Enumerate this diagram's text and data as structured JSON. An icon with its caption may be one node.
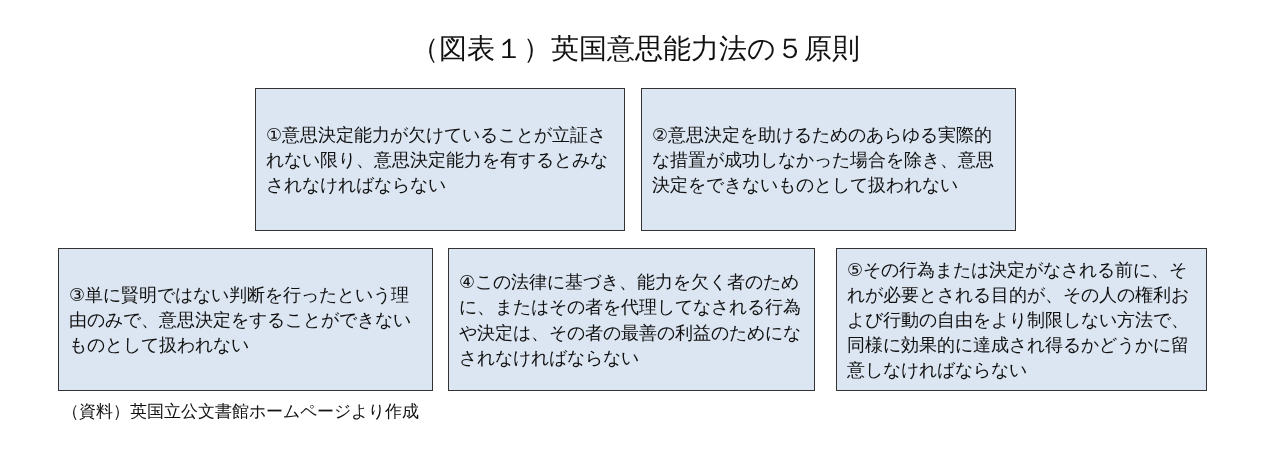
{
  "diagram": {
    "title": "（図表１）英国意思能力法の５原則",
    "caption": "（資料）英国立公文書館ホームページより作成",
    "nodes": [
      {
        "text": [
          "①意思決定能力が欠けていることが立証されない限り、意思決定能力を有するとみなされなければならない"
        ]
      },
      {
        "text": [
          "②意思決定を助けるためのあらゆる実際的な措置が成功しなかった場合を除き、意思決定をできないものとして扱われない"
        ]
      },
      {
        "text": [
          "③単に賢明ではない判断を行ったという理由のみで、意思決定をすることができないものとして扱われない"
        ]
      },
      {
        "text": [
          "④この法律に基づき、能力を欠く者のために、またはその者を代理してなされる行為や決定は、その者の最善の利益のためになされなければならない"
        ]
      },
      {
        "text": [
          "⑤その行為または決定がなされる前に、それが必要とされる目的が、その人の権利および行動の自由をより制限しない方法で、同様に効果的に達成され得るかどうかに留意しなければならない"
        ]
      }
    ]
  }
}
